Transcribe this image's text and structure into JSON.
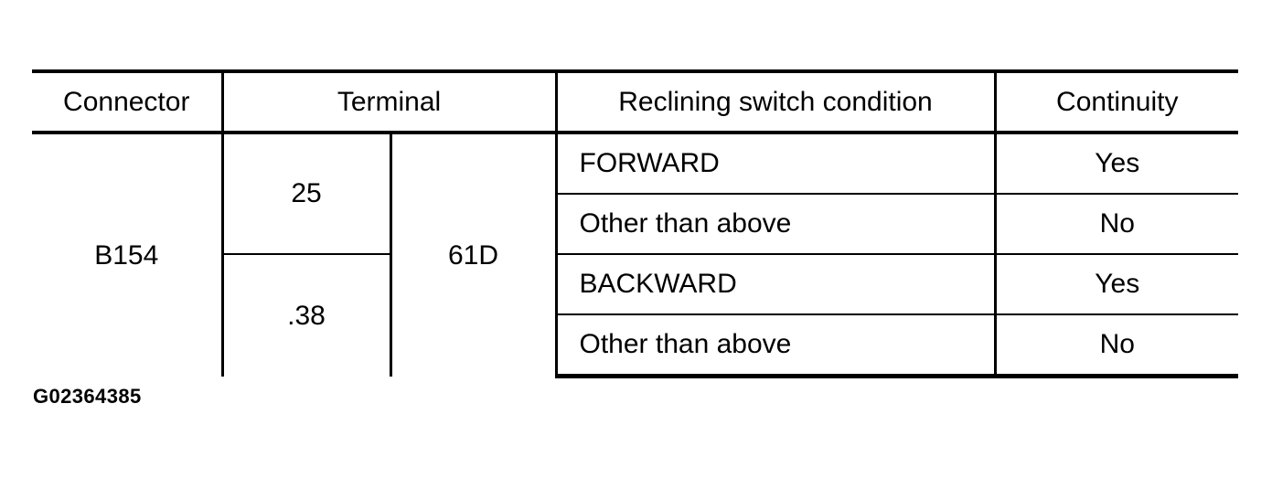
{
  "table": {
    "headers": [
      {
        "label": "Connector",
        "align": "center"
      },
      {
        "label": "Terminal",
        "align": "center"
      },
      {
        "label": "Reclining switch condition",
        "align": "left"
      },
      {
        "label": "Continuity",
        "align": "center"
      }
    ],
    "connector": "B154",
    "terminal_secondary": "61D",
    "terminal_primary": [
      {
        "value": "25"
      },
      {
        "value": ".38"
      }
    ],
    "rows": [
      {
        "condition": "FORWARD",
        "continuity": "Yes"
      },
      {
        "condition": "Other than above",
        "continuity": "No"
      },
      {
        "condition": "BACKWARD",
        "continuity": "Yes"
      },
      {
        "condition": "Other than above",
        "continuity": "No"
      }
    ]
  },
  "caption": {
    "id": "G02364385"
  },
  "colors": {
    "rule": "#000000",
    "text": "#000000",
    "background": "#ffffff"
  }
}
